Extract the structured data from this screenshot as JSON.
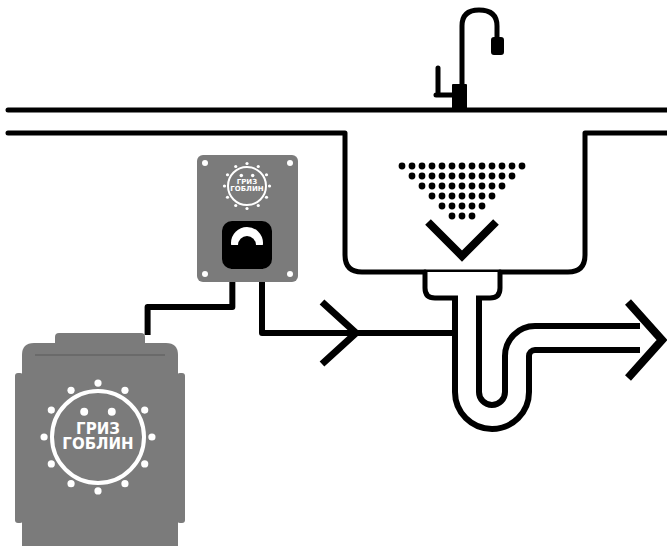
{
  "diagram": {
    "nodes": [
      {
        "text": [
          "ГРИЗ ГОБЛИН"
        ]
      },
      {
        "text": [
          "ГРИЗ ГОБЛИН"
        ]
      }
    ],
    "edges": [
      {
        "from": 1,
        "to": 0,
        "arrow": "none"
      }
    ]
  }
}
